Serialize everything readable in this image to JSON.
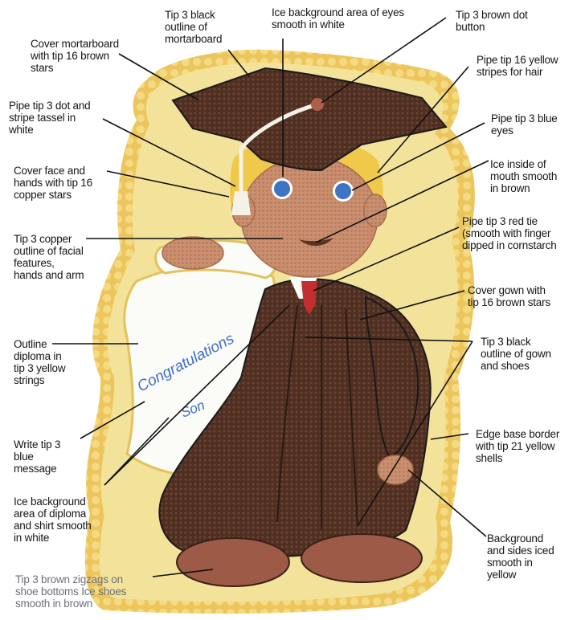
{
  "labels": {
    "tip3_black_outline_mortarboard": "Tip 3 black\noutline of\nmortarboard",
    "ice_eyes_white": "Ice background area of eyes\nsmooth in white",
    "tip3_brown_dot_button": "Tip 3 brown dot\nbutton",
    "cover_mortarboard": "Cover mortarboard\nwith tip 16 brown\nstars",
    "pipe_yellow_hair": "Pipe tip 16 yellow\nstripes for hair",
    "pipe_tassel": "Pipe tip 3 dot and\nstripe tassel in\nwhite",
    "pipe_blue_eyes": "Pipe tip 3 blue\neyes",
    "cover_face_hands": "Cover face and\nhands with tip 16\ncopper stars",
    "ice_mouth_brown": "Ice inside of\nmouth smooth\nin brown",
    "tip3_copper_outline": "Tip 3 copper\noutline of facial\nfeatures,\nhands and arm",
    "pipe_red_tie": "Pipe tip 3 red tie\n(smooth with finger\ndipped in cornstarch",
    "cover_gown": "Cover gown with\ntip 16 brown stars",
    "outline_diploma": "Outline\ndiploma in\ntip 3 yellow\nstrings",
    "tip3_black_outline_gown": "Tip 3 black\noutline of gown\nand shoes",
    "edge_base_border": "Edge base border\nwith tip 21 yellow\nshells",
    "write_blue_message": "Write tip 3\nblue\nmessage",
    "ice_diploma_shirt": "Ice background\narea of diploma\nand shirt smooth\nin white",
    "background_sides": "Background\nand sides iced\nsmooth in\nyellow",
    "shoe_bottoms": "Tip 3 brown zigzags on\nshoe bottoms Ice shoes\nsmooth in brown"
  },
  "diploma_text": {
    "line1": "Congratulations",
    "line2": "Son"
  },
  "colors": {
    "cake_yellow": "#f3e29a",
    "shell_border": "#e8c968",
    "gown_brown": "#4e2f22",
    "skin_copper": "#c98f6f",
    "hair_yellow": "#f0c84a",
    "diploma_white": "#fbfbf7",
    "eye_blue": "#3e74c4",
    "tie_red": "#c42e2e",
    "message_blue": "#3d6fc8",
    "leader_line": "#111111"
  }
}
